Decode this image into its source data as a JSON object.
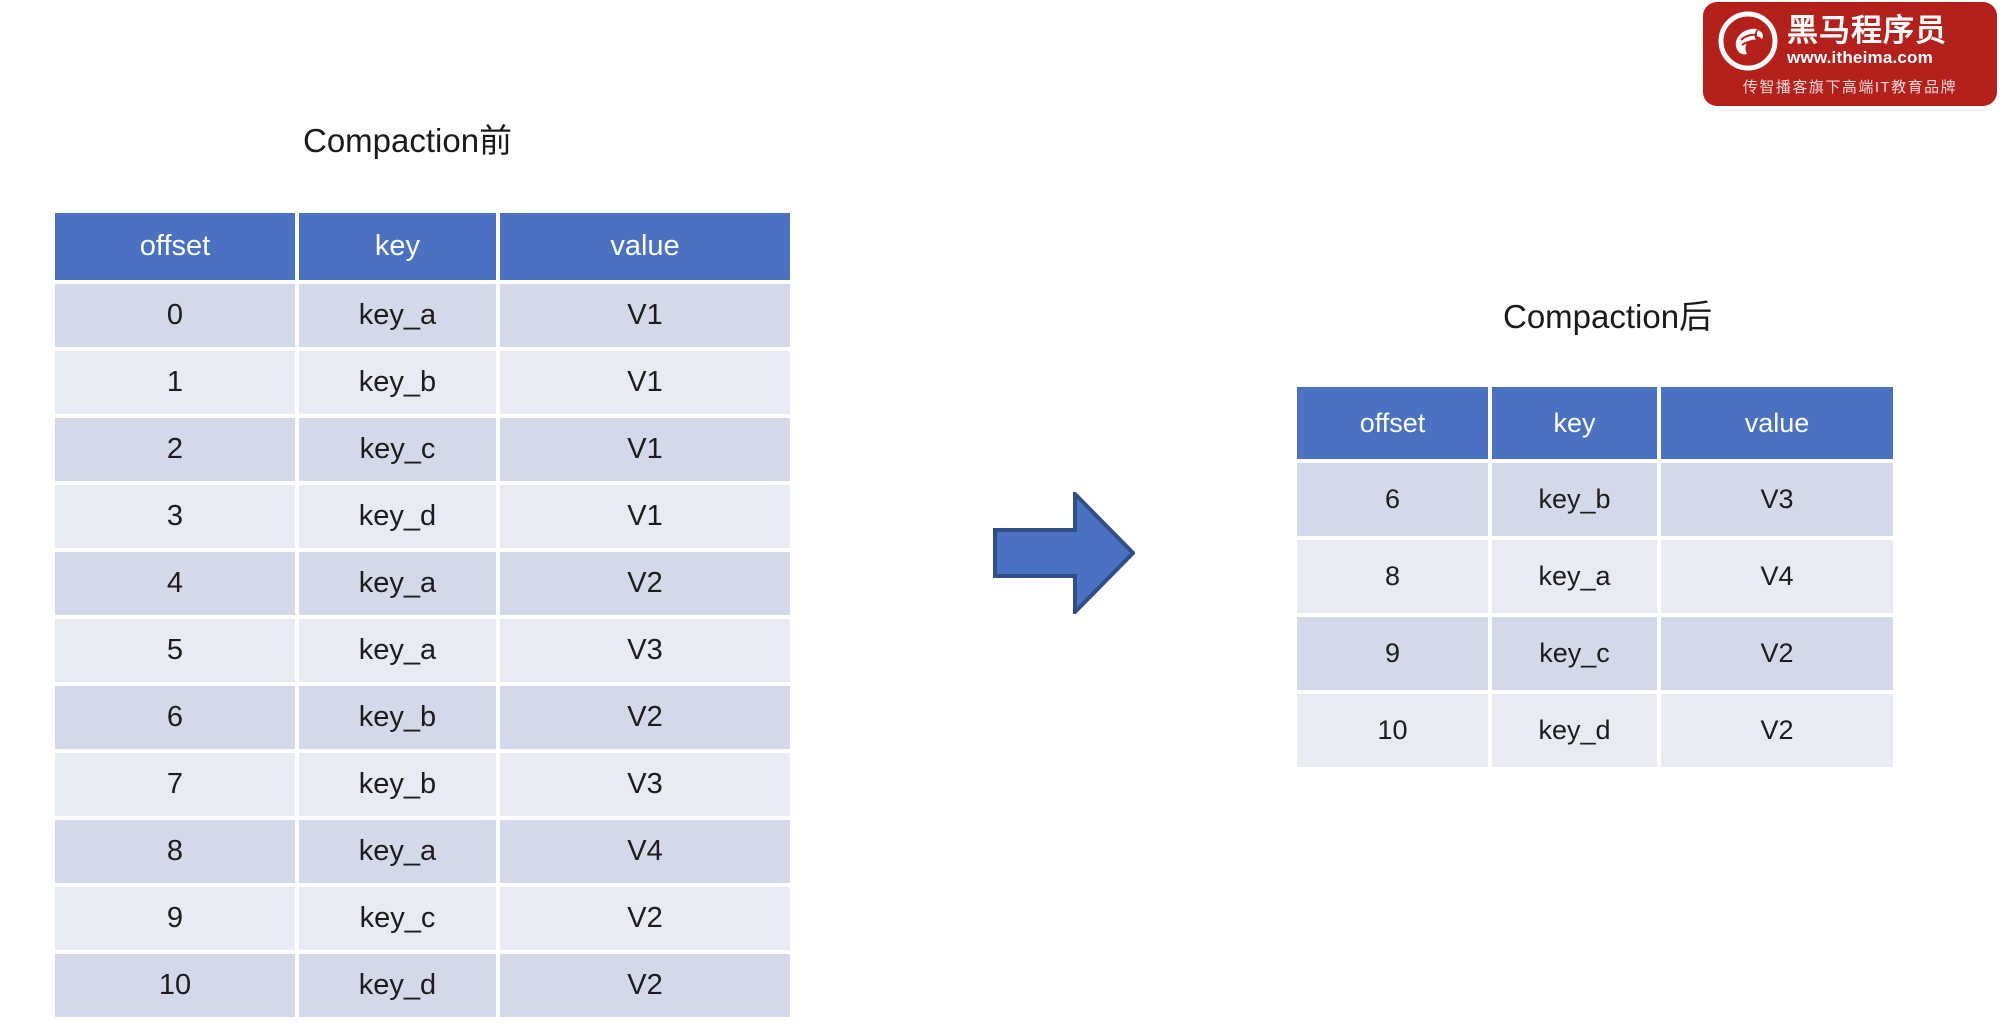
{
  "logo": {
    "brand_cn": "黑马程序员",
    "url": "www.itheima.com",
    "tagline": "传智播客旗下高端IT教育品牌",
    "background_color": "#b4201c",
    "icon": "horse-head-circle-icon"
  },
  "captions": {
    "before": "Compaction前",
    "after": "Compaction后"
  },
  "colors": {
    "header_blue": "#4a72c0",
    "row_dark": "#d4d9e9",
    "row_light": "#e8eaf4",
    "arrow_fill": "#4a72c0",
    "arrow_stroke": "#2f4f87",
    "text": "#1c1c1c"
  },
  "arrow": {
    "direction": "right",
    "label": "compaction-process-arrow"
  },
  "tables": {
    "before": {
      "title": "Compaction前",
      "columns": [
        "offset",
        "key",
        "value"
      ],
      "rows": [
        {
          "offset": "0",
          "key": "key_a",
          "value": "V1"
        },
        {
          "offset": "1",
          "key": "key_b",
          "value": "V1"
        },
        {
          "offset": "2",
          "key": "key_c",
          "value": "V1"
        },
        {
          "offset": "3",
          "key": "key_d",
          "value": "V1"
        },
        {
          "offset": "4",
          "key": "key_a",
          "value": "V2"
        },
        {
          "offset": "5",
          "key": "key_a",
          "value": "V3"
        },
        {
          "offset": "6",
          "key": "key_b",
          "value": "V2"
        },
        {
          "offset": "7",
          "key": "key_b",
          "value": "V3"
        },
        {
          "offset": "8",
          "key": "key_a",
          "value": "V4"
        },
        {
          "offset": "9",
          "key": "key_c",
          "value": "V2"
        },
        {
          "offset": "10",
          "key": "key_d",
          "value": "V2"
        }
      ]
    },
    "after": {
      "title": "Compaction后",
      "columns": [
        "offset",
        "key",
        "value"
      ],
      "rows": [
        {
          "offset": "6",
          "key": "key_b",
          "value": "V3"
        },
        {
          "offset": "8",
          "key": "key_a",
          "value": "V4"
        },
        {
          "offset": "9",
          "key": "key_c",
          "value": "V2"
        },
        {
          "offset": "10",
          "key": "key_d",
          "value": "V2"
        }
      ]
    }
  }
}
